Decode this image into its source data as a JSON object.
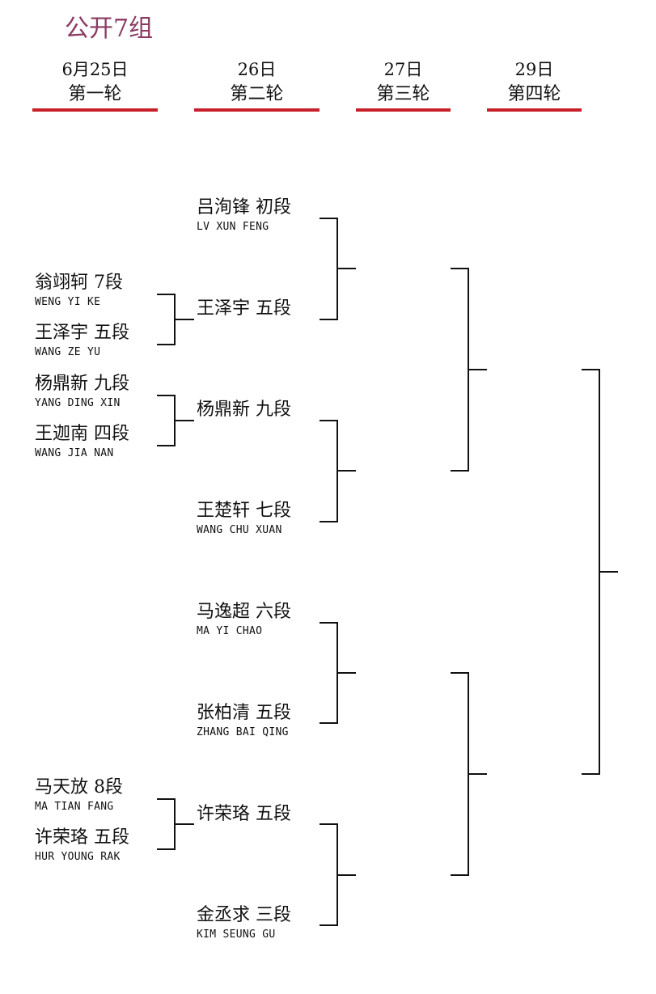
{
  "title": "公开7组",
  "rounds": [
    {
      "date": "6月25日",
      "name": "第一轮"
    },
    {
      "date": "26日",
      "name": "第二轮"
    },
    {
      "date": "27日",
      "name": "第三轮"
    },
    {
      "date": "29日",
      "name": "第四轮"
    }
  ],
  "round1": [
    {
      "cn": "翁翊轲  7段",
      "en": "WENG YI KE"
    },
    {
      "cn": "王泽宇  五段",
      "en": "WANG ZE YU"
    },
    {
      "cn": "杨鼎新  九段",
      "en": "YANG DING XIN"
    },
    {
      "cn": "王迦南  四段",
      "en": "WANG JIA NAN"
    },
    {
      "cn": "马天放  8段",
      "en": "MA TIAN FANG"
    },
    {
      "cn": " 许荣珞  五段",
      "en": "HUR YOUNG RAK"
    }
  ],
  "round2": [
    {
      "cn": "吕洵锋  初段",
      "en": "LV XUN FENG"
    },
    {
      "cn": "王泽宇  五段",
      "en": ""
    },
    {
      "cn": "杨鼎新  九段",
      "en": ""
    },
    {
      "cn": "王楚轩  七段",
      "en": "WANG CHU XUAN"
    },
    {
      "cn": "马逸超  六段",
      "en": "MA YI CHAO"
    },
    {
      "cn": "张柏清  五段",
      "en": "ZHANG BAI QING"
    },
    {
      "cn": " 许荣珞  五段",
      "en": ""
    },
    {
      "cn": " 金丞求  三段",
      "en": "KIM SEUNG GU"
    }
  ]
}
